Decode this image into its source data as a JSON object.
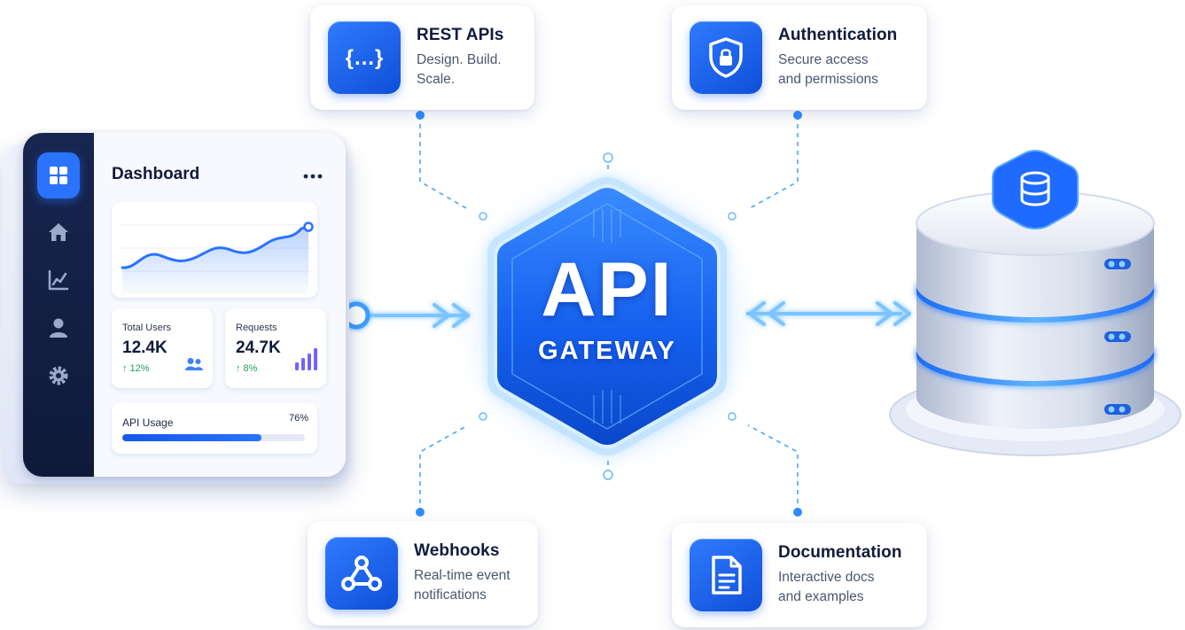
{
  "gateway": {
    "title": "API",
    "subtitle": "GATEWAY"
  },
  "features": [
    {
      "id": "rest",
      "title": "REST APIs",
      "description": "Design. Build.\nScale.",
      "icon": "braces-icon"
    },
    {
      "id": "auth",
      "title": "Authentication",
      "description": "Secure access\nand permissions",
      "icon": "shield-lock-icon"
    },
    {
      "id": "webhooks",
      "title": "Webhooks",
      "description": "Real-time event\nnotifications",
      "icon": "webhook-icon"
    },
    {
      "id": "docs",
      "title": "Documentation",
      "description": "Interactive docs\nand examples",
      "icon": "document-icon"
    }
  ],
  "dashboard": {
    "title": "Dashboard",
    "sidebar_icons": [
      "grid-icon",
      "home-icon",
      "analytics-icon",
      "user-icon",
      "gear-icon"
    ],
    "stats": [
      {
        "label": "Total Users",
        "value": "12.4K",
        "trend": "↑ 12%",
        "icon": "users-icon"
      },
      {
        "label": "Requests",
        "value": "24.7K",
        "trend": "↑ 8%",
        "icon": "bar-chart-icon"
      }
    ],
    "usage": {
      "label": "API Usage",
      "percent_text": "76%",
      "value": 0.76
    }
  },
  "database": {
    "icon": "database-icon"
  },
  "colors": {
    "accent": "#1f6bff",
    "dark_blue": "#0f4fd8",
    "sidebar": "#15234a",
    "connector": "#3aa0ff",
    "trend_green": "#1f9d55"
  }
}
